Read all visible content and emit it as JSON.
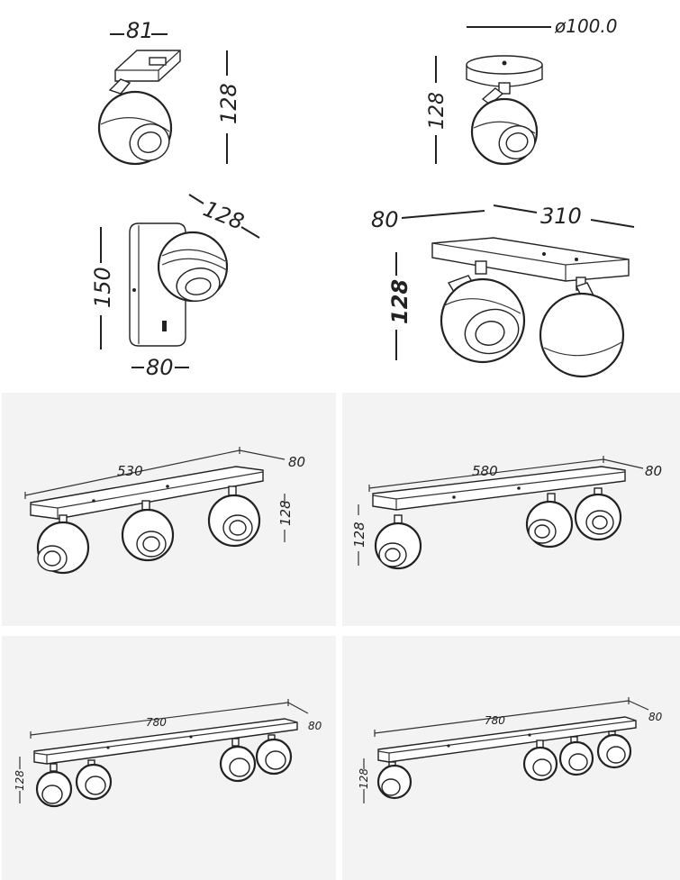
{
  "panels": {
    "track": {
      "width": "81",
      "height": "128"
    },
    "round": {
      "diameter": "ø100.0",
      "height": "128"
    },
    "wall": {
      "depth": "128",
      "height": "150",
      "width": "80"
    },
    "double": {
      "depth": "80",
      "length": "310",
      "height": "128"
    },
    "triple_even": {
      "length": "530",
      "depth": "80",
      "height": "128"
    },
    "triple_grouped": {
      "length": "580",
      "depth": "80",
      "height": "128"
    },
    "quad_pairs": {
      "length": "780",
      "depth": "80",
      "height": "128"
    },
    "quad_grouped": {
      "length": "780",
      "depth": "80",
      "height": "128"
    }
  }
}
